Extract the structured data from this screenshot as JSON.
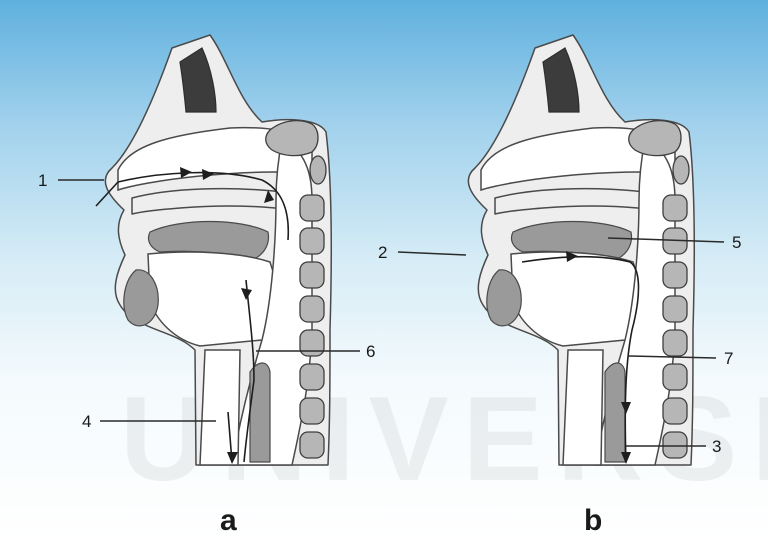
{
  "labels": {
    "l1": "1",
    "l2": "2",
    "l3": "3",
    "l4": "4",
    "l5": "5",
    "l6": "6",
    "l7": "7"
  },
  "panels": {
    "a": "a",
    "b": "b"
  },
  "watermark": "UNIVERSITAS"
}
